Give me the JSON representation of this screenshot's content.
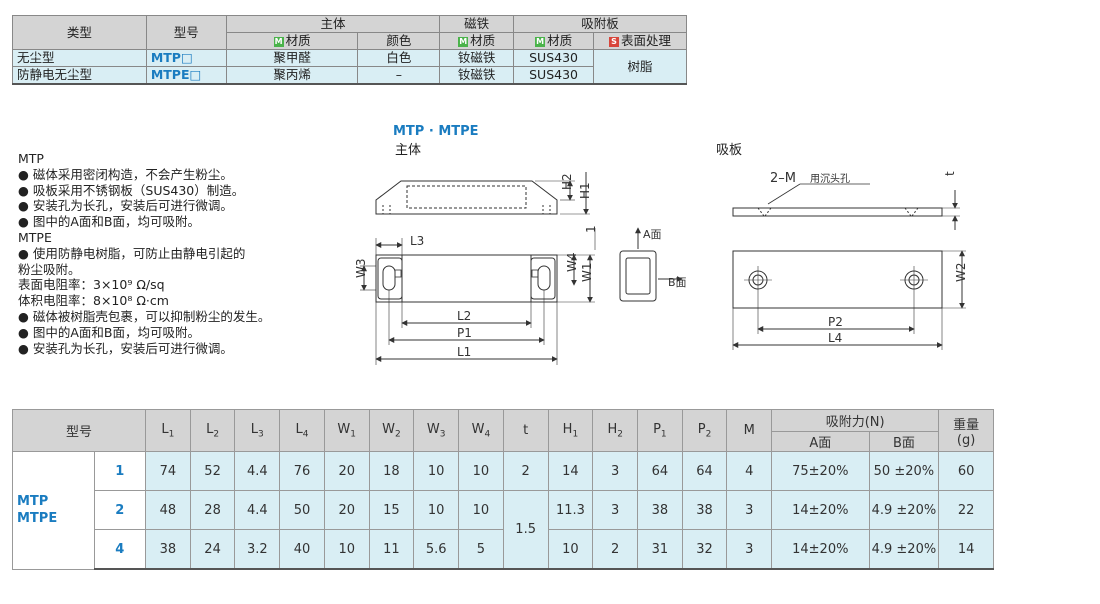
{
  "spec_table": {
    "h_type": "类型",
    "h_model": "型号",
    "h_body": "主体",
    "h_magnet": "磁铁",
    "h_plate": "吸附板",
    "sub_material": "材质",
    "sub_color": "颜色",
    "sub_surface": "表面处理",
    "mark_m": "M",
    "mark_s": "S",
    "rows": [
      {
        "type": "无尘型",
        "model": "MTP□",
        "body_material": "聚甲醛",
        "color": "白色",
        "magnet": "钕磁铁",
        "plate_material": "SUS430"
      },
      {
        "type": "防静电无尘型",
        "model": "MTPE□",
        "body_material": "聚丙烯",
        "color": "–",
        "magnet": "钕磁铁",
        "plate_material": "SUS430"
      }
    ],
    "surface": "树脂"
  },
  "notes": [
    "MTP",
    "● 磁体采用密闭构造，不会产生粉尘。",
    "● 吸板采用不锈钢板（SUS430）制造。",
    "● 安装孔为长孔，安装后可进行微调。",
    "● 图中的A面和B面，均可吸附。",
    "MTPE",
    "● 使用防静电树脂，可防止由静电引起的",
    "粉尘吸附。",
    "表面电阻率：3×10⁹ Ω/sq",
    "体积电阻率：8×10⁸ Ω·cm",
    "● 磁体被树脂壳包裹，可以抑制粉尘的发生。",
    "● 图中的A面和B面，均可吸附。",
    "● 安装孔为长孔，安装后可进行微调。"
  ],
  "drawing": {
    "title_model": "MTP · MTPE",
    "title_body": "主体",
    "title_plate": "吸板",
    "labels": {
      "H2": "H2",
      "H1": "H1",
      "L3": "L3",
      "W3": "W3",
      "W4": "W4",
      "W1": "W1",
      "L2": "L2",
      "P1": "P1",
      "L1": "L1",
      "one": "1",
      "a_face": "A面",
      "b_face": "B面",
      "two_m": "2–M",
      "countersink": "用沉头孔",
      "t": "t",
      "W2": "W2",
      "P2": "P2",
      "L4": "L4"
    }
  },
  "dims_table": {
    "h_model": "型号",
    "cols": [
      "L",
      "L",
      "L",
      "L",
      "W",
      "W",
      "W",
      "W",
      "t",
      "H",
      "H",
      "P",
      "P",
      "M"
    ],
    "col_subs": [
      "1",
      "2",
      "3",
      "4",
      "1",
      "2",
      "3",
      "4",
      "",
      "1",
      "2",
      "1",
      "2",
      ""
    ],
    "h_force": "吸附力(N)",
    "h_a": "A面",
    "h_b": "B面",
    "h_weight": "重量",
    "h_weight_unit": "(g)",
    "model_line1": "MTP",
    "model_line2": "MTPE",
    "rows": [
      {
        "v": "1",
        "L1": "74",
        "L2": "52",
        "L3": "4.4",
        "L4": "76",
        "W1": "20",
        "W2": "18",
        "W3": "10",
        "W4": "10",
        "t": "2",
        "H1": "14",
        "H2": "3",
        "P1": "64",
        "P2": "64",
        "M": "4",
        "A": "75±20%",
        "B": "50 ±20%",
        "g": "60"
      },
      {
        "v": "2",
        "L1": "48",
        "L2": "28",
        "L3": "4.4",
        "L4": "50",
        "W1": "20",
        "W2": "15",
        "W3": "10",
        "W4": "10",
        "t": "1.5",
        "H1": "11.3",
        "H2": "3",
        "P1": "38",
        "P2": "38",
        "M": "3",
        "A": "14±20%",
        "B": "4.9 ±20%",
        "g": "22"
      },
      {
        "v": "4",
        "L1": "38",
        "L2": "24",
        "L3": "3.2",
        "L4": "40",
        "W1": "10",
        "W2": "11",
        "W3": "5.6",
        "W4": "5",
        "t": "",
        "H1": "10",
        "H2": "2",
        "P1": "31",
        "P2": "32",
        "M": "3",
        "A": "14±20%",
        "B": "4.9 ±20%",
        "g": "14"
      }
    ]
  }
}
